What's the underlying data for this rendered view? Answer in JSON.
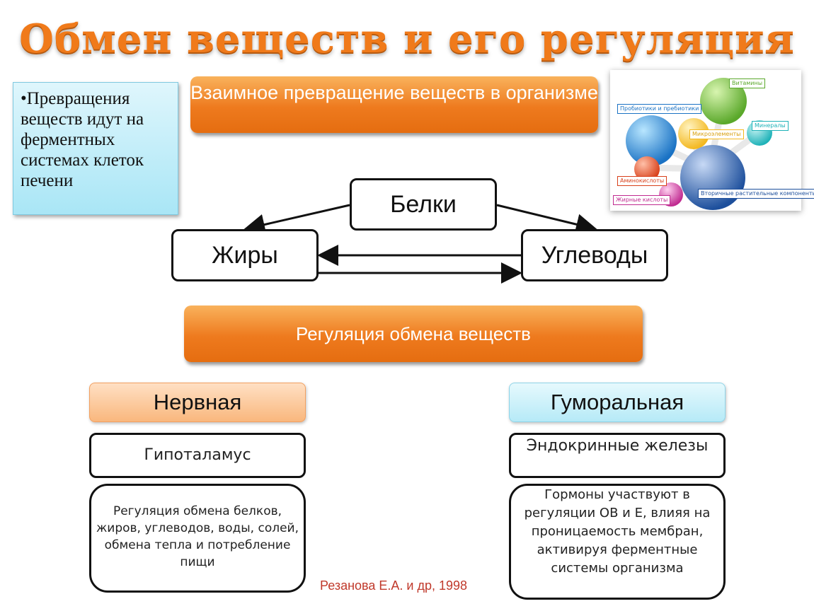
{
  "title": "Обмен веществ и его регуляция",
  "note": "•Превращения веществ идут на ферментных системах клеток печени",
  "header_transform": "Взаимное превращение веществ в организме",
  "nodes": {
    "proteins": "Белки",
    "fats": "Жиры",
    "carbs": "Углеводы"
  },
  "header_regulation": "Регуляция обмена веществ",
  "nervous": {
    "title": "Нервная",
    "organ": "Гипоталамус",
    "description": "Регуляция обмена белков, жиров, углеводов, воды, солей, обмена тепла и потребление пищи"
  },
  "humoral": {
    "title": "Гуморальная",
    "organ": "Эндокринные железы",
    "description": "Гормоны участвуют в регуляции ОВ и Е, влияя на проницаемость мембран, активируя ферментные системы организма"
  },
  "citation": "Резанова Е.А. и др, 1998",
  "illustration_labels": {
    "vitamins": "Витамины",
    "probiotics": "Пробиотики и пребиотики",
    "minerals": "Минералы",
    "microelements": "Микроэлементы",
    "aminoacids": "Аминокислоты",
    "fattyacids": "Жирные кислоты",
    "secondary": "Вторичные растительные компоненты"
  },
  "colors": {
    "accent_orange": "#ee7a1e",
    "title_orange": "#f07a1a",
    "note_cyan": "#a9e6f6"
  }
}
